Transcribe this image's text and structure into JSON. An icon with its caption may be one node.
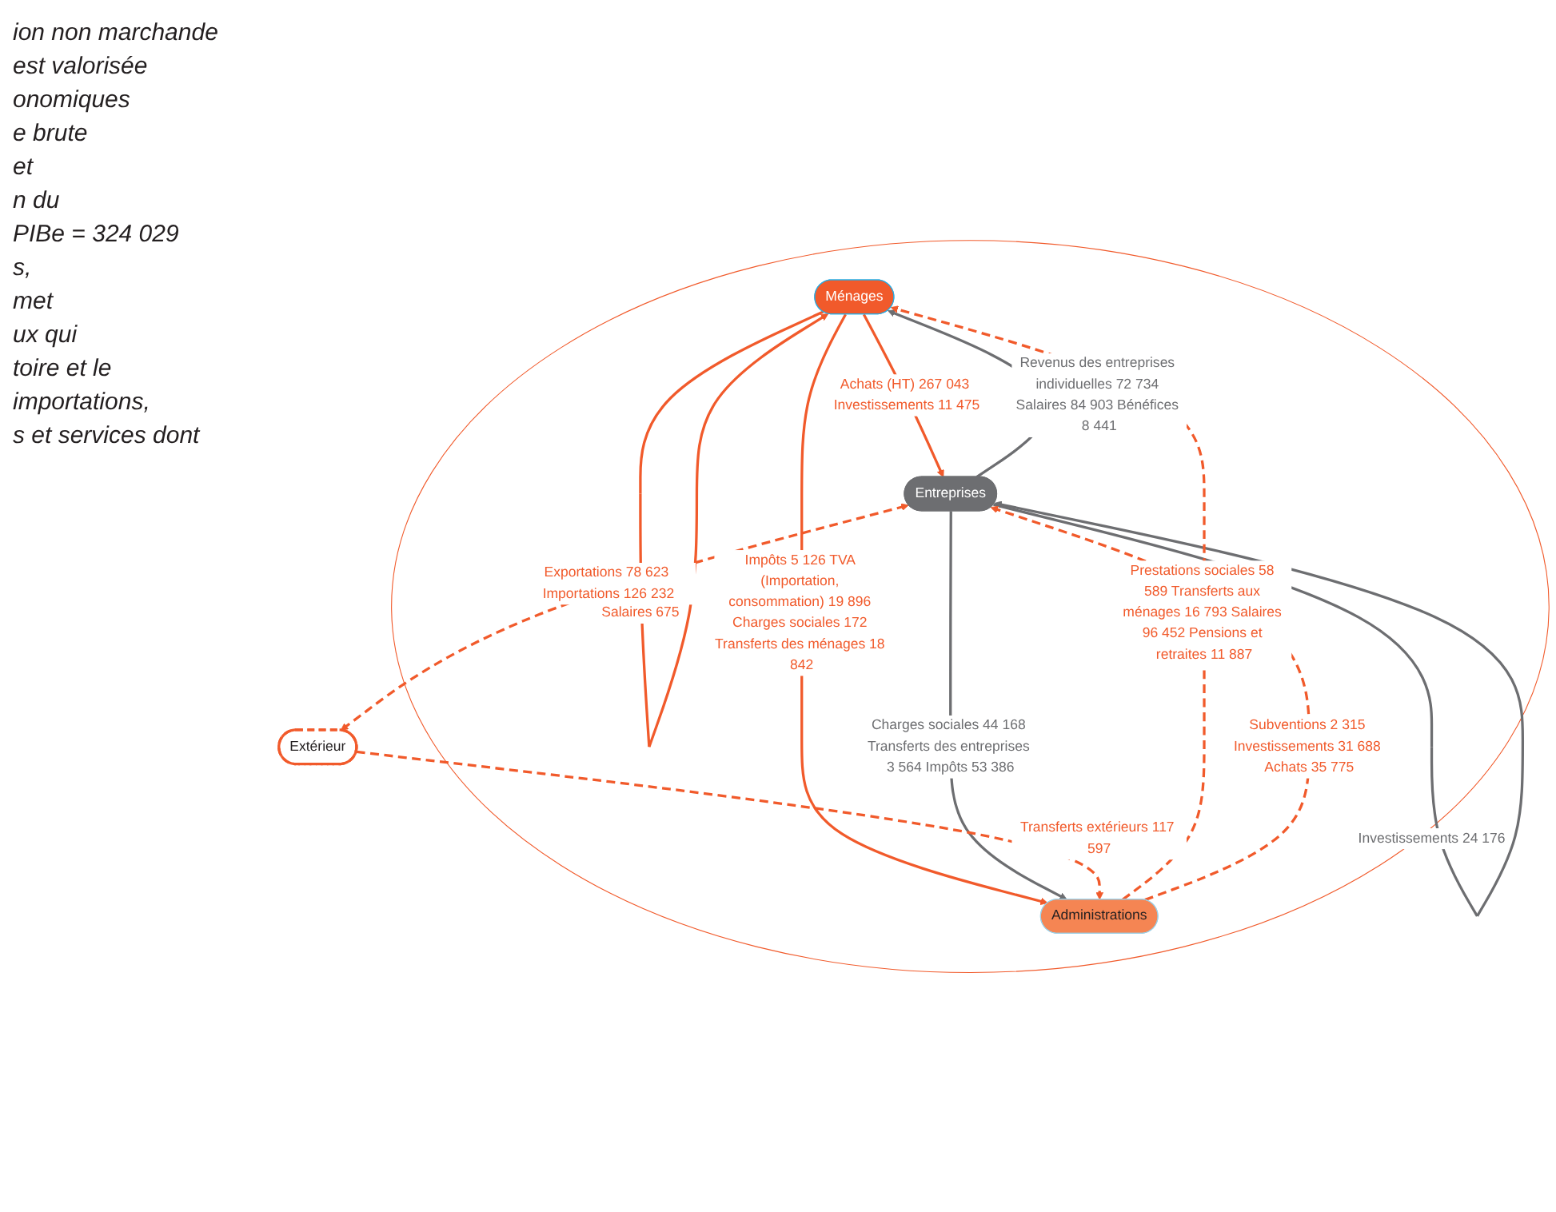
{
  "diagram": {
    "nodes": [
      {
        "text": [],
        "shape": "ellipse"
      },
      {
        "text": [
          "Ménages"
        ],
        "in": 0
      },
      {
        "text": [
          "Entreprises"
        ],
        "in": 0
      },
      {
        "text": [
          "Administrations"
        ],
        "in": 0
      },
      {
        "text": [
          "Extérieur"
        ]
      }
    ],
    "edges": [
      {
        "from": 1,
        "to": 1,
        "arrow": "to",
        "label": "Salaires 675"
      },
      {
        "from": 1,
        "to": 2,
        "arrow": "to",
        "label": "Achats (HT) 267 043 Investissements 11 475"
      },
      {
        "from": 2,
        "to": 1,
        "arrow": "to",
        "label": "Revenus des entreprises individuelles 72 734 Salaires 84 903 Bénéfices 8 441",
        "color": "#6d6e71"
      },
      {
        "from": 2,
        "to": 2,
        "arrow": "to",
        "label": "Investissements 24 176",
        "color": "#6d6e71"
      },
      {
        "from": 1,
        "to": 3,
        "arrow": "to",
        "label": "Impôts 5 126 TVA (Importation, consommation) 19 896 Charges sociales 172 Transferts des ménages 18 842"
      },
      {
        "from": 3,
        "to": 1,
        "arrow": "to",
        "label": "Prestations sociales 58 589 Transferts aux ménages 16 793 Salaires 96 452 Pensions et retraites 11 887",
        "style": "dashed"
      },
      {
        "from": 3,
        "to": 2,
        "arrow": "to",
        "label": "Subventions 2 315 Investissements 31 688 Achats 35 775",
        "style": "dashed"
      },
      {
        "from": 2,
        "to": 3,
        "arrow": "to",
        "label": "Charges sociales 44 168 Transferts des entreprises 3 564 Impôts 53 386",
        "color": "#6d6e71"
      },
      {
        "from": 2,
        "to": 4,
        "arrow": "both",
        "label": "Exportations 78 623 Importations 126 232",
        "style": "dashed"
      },
      {
        "from": 4,
        "to": 3,
        "arrow": "to",
        "label": "Transferts extérieurs 117 597",
        "style": "dashed"
      }
    ],
    "labels": [
      "ion non marchande",
      "est valorisée",
      "onomiques",
      "e brute",
      "et",
      "n du",
      "PIBe = 324 029",
      "s,",
      "met",
      "ux qui",
      "toire et le",
      "importations,",
      "s et services dont"
    ]
  }
}
